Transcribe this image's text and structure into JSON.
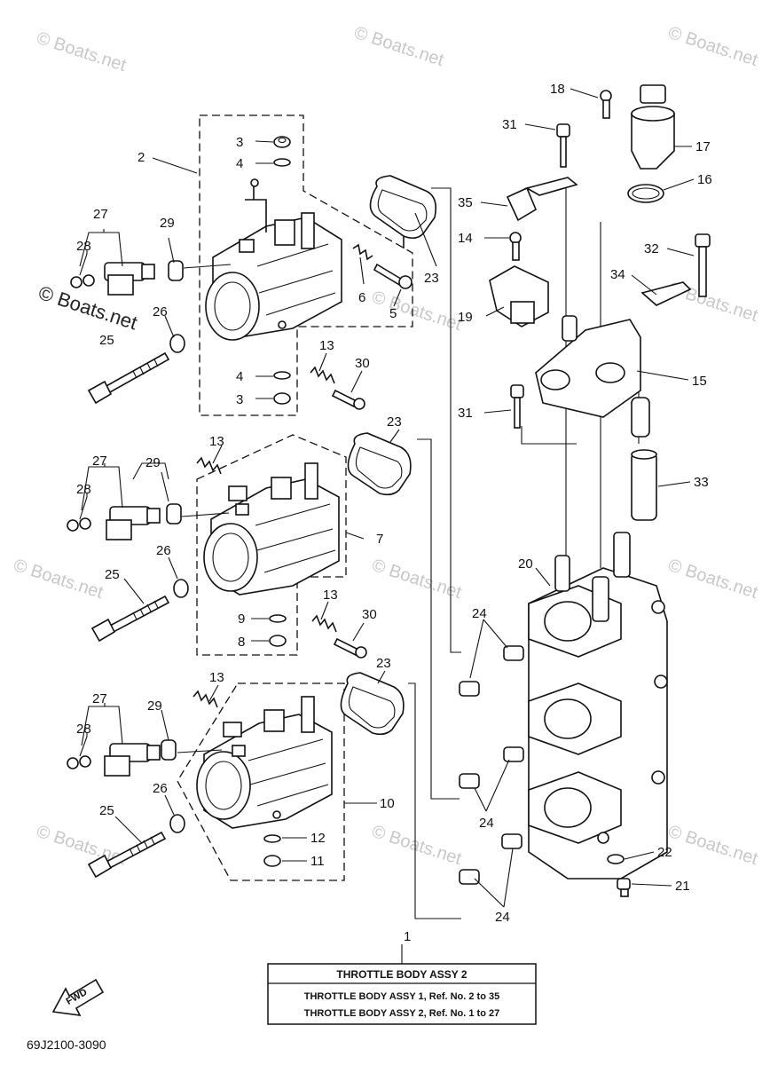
{
  "watermark": "© Boats.net",
  "diagram_code": "69J2100-3090",
  "fwd_label": "FWD",
  "caption_box": {
    "title": "THROTTLE BODY ASSY 2",
    "line1": "THROTTLE BODY ASSY 1, Ref. No. 2 to 35",
    "line2": "THROTTLE BODY ASSY 2, Ref. No. 1 to 27"
  },
  "callouts": {
    "c1": "1",
    "c2": "2",
    "c3a": "3",
    "c3b": "3",
    "c4a": "4",
    "c4b": "4",
    "c5": "5",
    "c6": "6",
    "c7": "7",
    "c8": "8",
    "c9": "9",
    "c10": "10",
    "c11": "11",
    "c12": "12",
    "c13a": "13",
    "c13b": "13",
    "c13c": "13",
    "c13d": "13",
    "c14": "14",
    "c15": "15",
    "c16": "16",
    "c17": "17",
    "c18": "18",
    "c19": "19",
    "c20": "20",
    "c21": "21",
    "c22": "22",
    "c23a": "23",
    "c23b": "23",
    "c23c": "23",
    "c24a": "24",
    "c24b": "24",
    "c24c": "24",
    "c25a": "25",
    "c25b": "25",
    "c25c": "25",
    "c26a": "26",
    "c26b": "26",
    "c26c": "26",
    "c27a": "27",
    "c27b": "27",
    "c27c": "27",
    "c28a": "28",
    "c28b": "28",
    "c28c": "28",
    "c29a": "29",
    "c29b": "29",
    "c29c": "29",
    "c30a": "30",
    "c30b": "30",
    "c31a": "31",
    "c31b": "31",
    "c32": "32",
    "c33": "33",
    "c34": "34",
    "c35": "35"
  }
}
